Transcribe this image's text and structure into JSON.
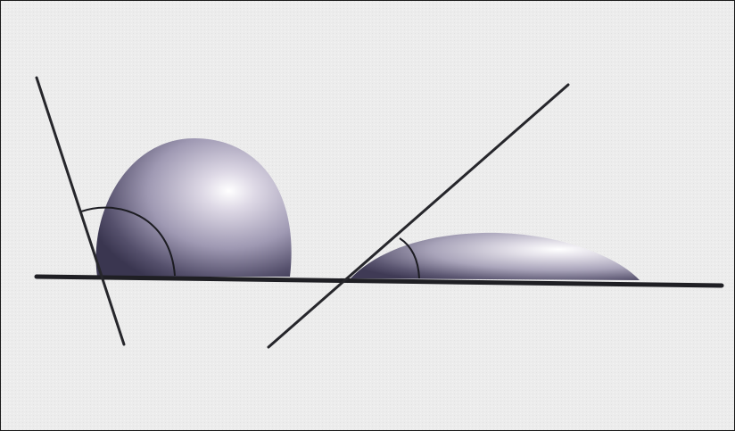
{
  "diagram": {
    "subject": "contact-angle-droplets",
    "droplets": [
      {
        "id": "non-wetting-droplet",
        "shape": "near-sphere"
      },
      {
        "id": "wetting-droplet",
        "shape": "flattened-cap"
      }
    ],
    "colors": {
      "background": "#ececec",
      "surface_line": "#1f1f24",
      "tangent_line": "#26262b",
      "droplet_highlight": "#ffffff",
      "droplet_mid": "#a8a3b8",
      "droplet_shadow": "#3a3650"
    }
  }
}
